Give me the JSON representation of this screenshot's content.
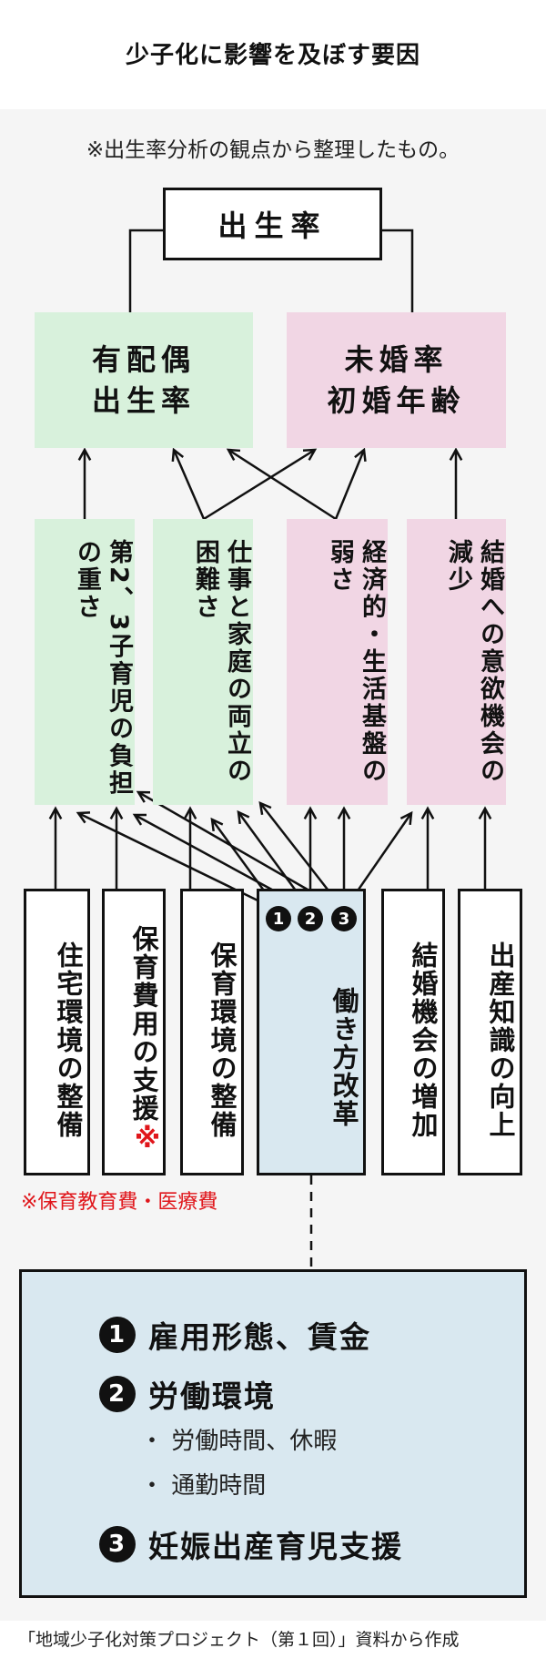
{
  "title": "少子化に影響を及ぼす要因",
  "note": "※出生率分析の観点から整理したもの。",
  "top_box": "出生率",
  "level1": [
    {
      "line1": "有配偶",
      "line2": "出生率",
      "color": "#d8f1dc"
    },
    {
      "line1": "未婚率",
      "line2": "初婚年齢",
      "color": "#f1d6e4"
    }
  ],
  "level2": [
    "第2、3子育児の負担の重さ",
    "仕事と家庭の両立の困難さ",
    "経済的・生活基盤の弱さ",
    "結婚への意欲機会の減少"
  ],
  "level3": [
    "住宅環境の整備",
    "保育費用の支援",
    "保育環境の整備",
    "働き方改革",
    "結婚機会の増加",
    "出産知識の向上"
  ],
  "level3_mark": "※",
  "circles": [
    "1",
    "2",
    "3"
  ],
  "red_note": "※保育教育費・医療費",
  "details": {
    "item1": "雇用形態、賃金",
    "item2": "労働環境",
    "sub1": "・ 労働時間、休暇",
    "sub2": "・ 通勤時間",
    "item3": "妊娠出産育児支援"
  },
  "footer": "「地域少子化対策プロジェクト（第１回）」資料から作成",
  "colors": {
    "green": "#d8f1dc",
    "pink": "#f1d6e4",
    "blue": "#d9e8f0",
    "red": "#e0161b"
  }
}
